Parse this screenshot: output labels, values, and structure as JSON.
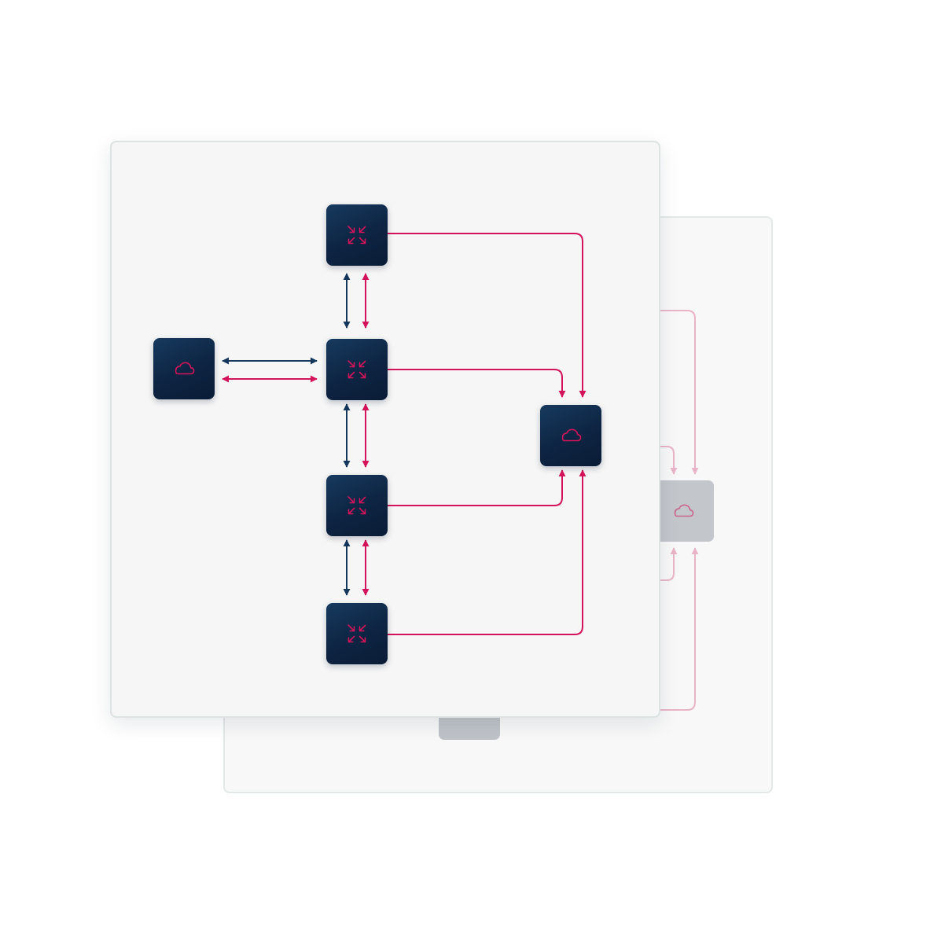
{
  "diagram": {
    "colors": {
      "node_fill": "#0d2442",
      "accent": "#d4145a",
      "navy_line": "#13365a",
      "faded_line": "#eab4c8",
      "faded_node": "#c3c6cb",
      "panel": "#f6f6f6",
      "panel_border": "#dde3e3"
    },
    "nodes": [
      {
        "id": "cloud-left",
        "icon": "cloud-icon"
      },
      {
        "id": "router-1",
        "icon": "compress-arrows-icon"
      },
      {
        "id": "router-2",
        "icon": "compress-arrows-icon"
      },
      {
        "id": "router-3",
        "icon": "compress-arrows-icon"
      },
      {
        "id": "router-4",
        "icon": "compress-arrows-icon"
      },
      {
        "id": "cloud-right",
        "icon": "cloud-icon"
      },
      {
        "id": "cloud-back",
        "icon": "cloud-icon",
        "faded": true
      }
    ],
    "links": [
      {
        "from": "cloud-left",
        "to": "router-2",
        "type": "bidirectional",
        "colors": [
          "navy",
          "accent"
        ]
      },
      {
        "from": "router-1",
        "to": "router-2",
        "type": "bidirectional",
        "colors": [
          "navy",
          "accent"
        ]
      },
      {
        "from": "router-2",
        "to": "router-3",
        "type": "bidirectional",
        "colors": [
          "navy",
          "accent"
        ]
      },
      {
        "from": "router-3",
        "to": "router-4",
        "type": "bidirectional",
        "colors": [
          "navy",
          "accent"
        ]
      },
      {
        "from": "router-1",
        "to": "cloud-right",
        "type": "directed",
        "color": "accent"
      },
      {
        "from": "router-2",
        "to": "cloud-right",
        "type": "directed",
        "color": "accent"
      },
      {
        "from": "router-3",
        "to": "cloud-right",
        "type": "directed",
        "color": "accent"
      },
      {
        "from": "router-4",
        "to": "cloud-right",
        "type": "directed",
        "color": "accent"
      }
    ]
  }
}
